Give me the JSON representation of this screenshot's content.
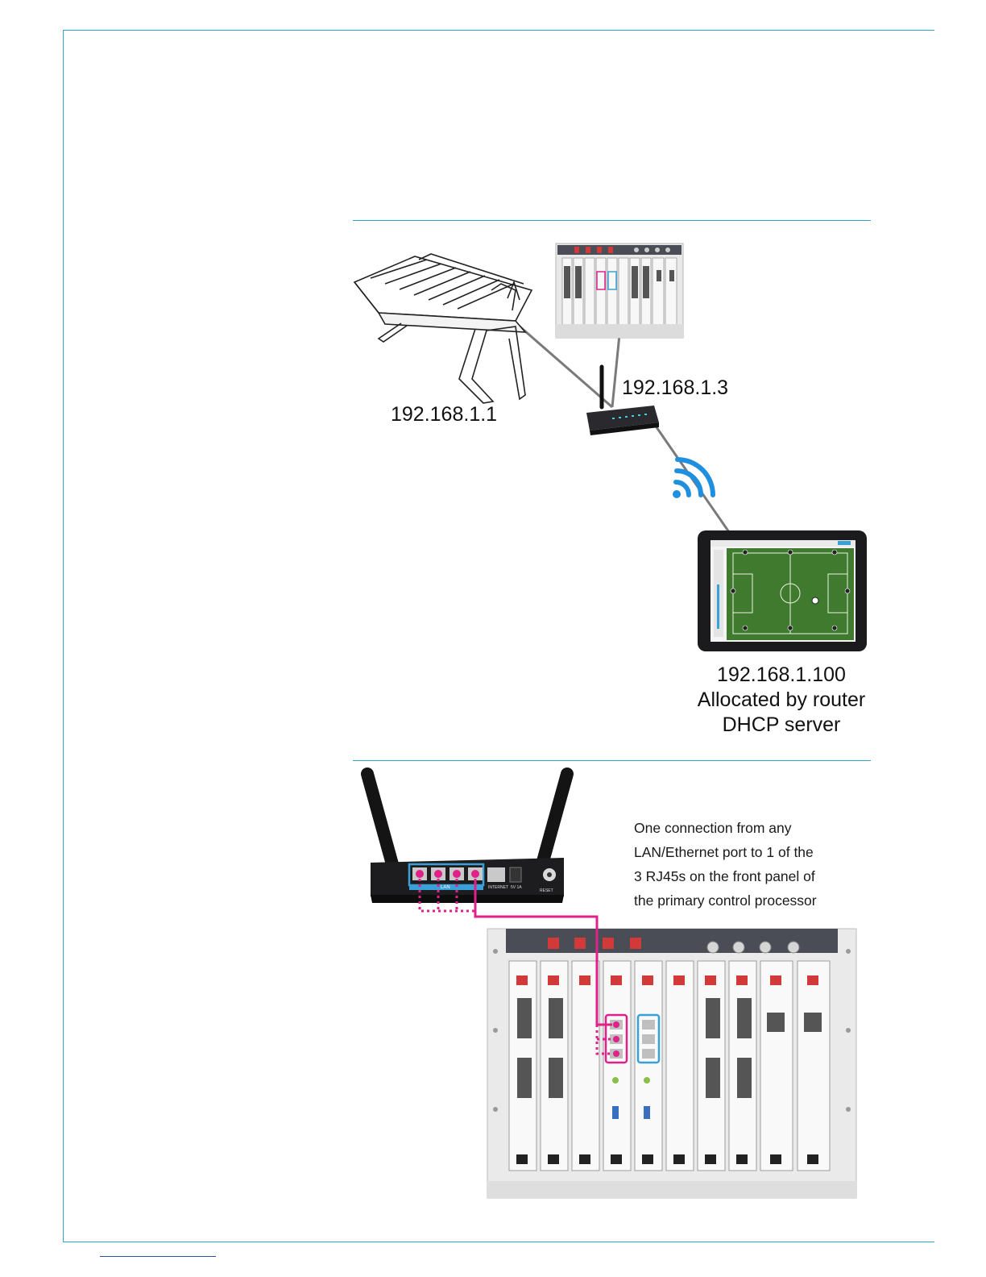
{
  "diagram_top": {
    "console_ip": "192.168.1.1",
    "router_ip": "192.168.1.3",
    "tablet_ip": "192.168.1.100",
    "tablet_note_line1": "Allocated by router",
    "tablet_note_line2": "DHCP server"
  },
  "diagram_bottom": {
    "caption_lines": [
      "One connection from any",
      "LAN/Ethernet port to 1 of the",
      "3 RJ45s on the front panel of",
      "the primary control processor"
    ],
    "router_port_labels": {
      "lan": "LAN",
      "internet": "INTERNET",
      "power": "5V 1A",
      "reset": "RESET"
    }
  },
  "colors": {
    "accent_rule": "#2aa9c2",
    "cable_magenta": "#e0218a",
    "highlight_blue": "#3aa0d8",
    "wifi_blue": "#1f8fe0"
  }
}
